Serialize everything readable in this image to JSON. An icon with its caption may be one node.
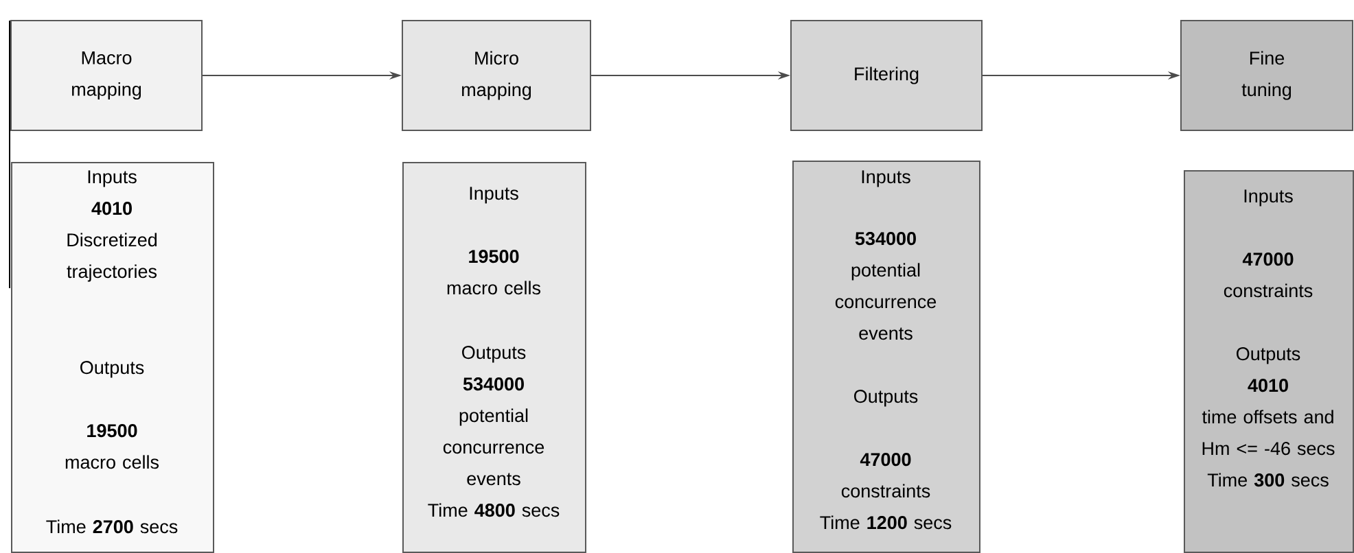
{
  "diagram": {
    "nodes": [
      {
        "text": [
          "Macro mapping"
        ]
      },
      {
        "text": [
          "Micro mapping"
        ]
      },
      {
        "text": [
          "Filtering"
        ]
      },
      {
        "text": [
          "Fine tuning"
        ]
      },
      {
        "text": [
          "Inputs",
          "**4010**",
          "Discretized trajectories",
          "Outputs",
          "**19500**",
          "macro cells",
          "Time **2700** secs"
        ]
      },
      {
        "text": [
          "Inputs",
          "**19500**",
          "macro cells",
          "Outputs",
          "**534000**",
          "potential concurrence events",
          "Time **4800** secs"
        ]
      },
      {
        "text": [
          "Inputs",
          "**534000**",
          "potential concurrence events",
          "Outputs",
          "**47000**",
          "constraints",
          "Time **1200** secs"
        ]
      },
      {
        "text": [
          "Inputs",
          "**47000**",
          "constraints",
          "Outputs",
          "**4010**",
          "time offsets and Hm <= -46 secs",
          "Time **300** secs"
        ]
      }
    ],
    "edges": [
      {
        "from": 0,
        "to": 1,
        "arrow": "to"
      },
      {
        "from": 1,
        "to": 2,
        "arrow": "to"
      },
      {
        "from": 2,
        "to": 3,
        "arrow": "to"
      }
    ]
  }
}
